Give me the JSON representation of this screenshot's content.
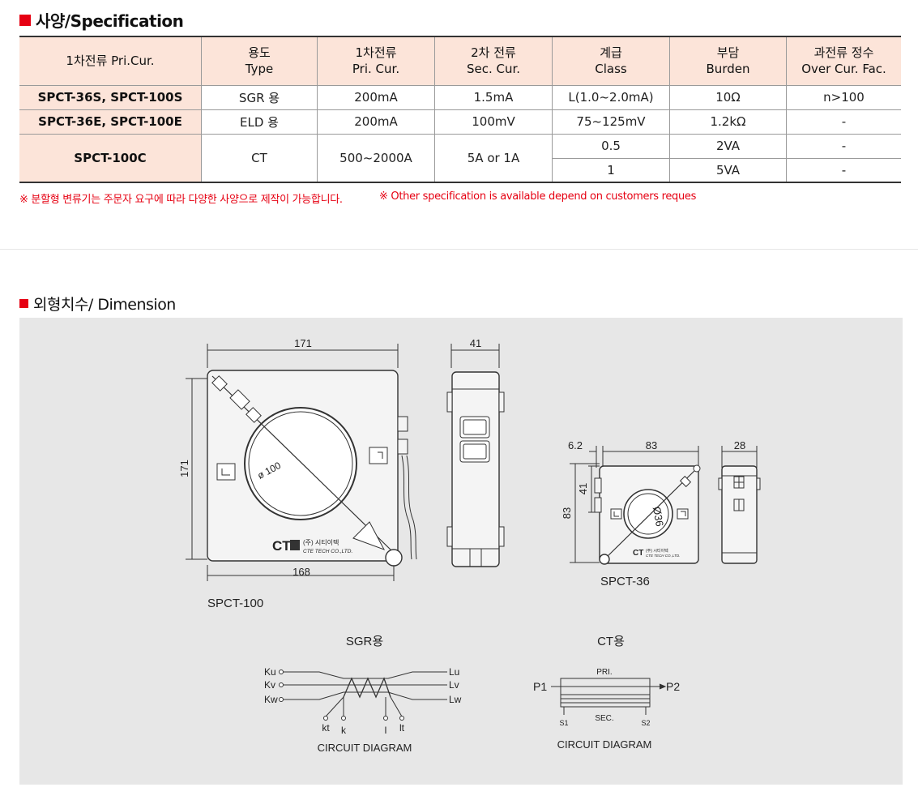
{
  "spec": {
    "title": "사양/Specification",
    "headers": [
      {
        "ko": "1차전류 Pri.Cur.",
        "en": ""
      },
      {
        "ko": "용도",
        "en": "Type"
      },
      {
        "ko": "1차전류",
        "en": "Pri. Cur."
      },
      {
        "ko": "2차 전류",
        "en": "Sec. Cur."
      },
      {
        "ko": "계급",
        "en": "Class"
      },
      {
        "ko": "부담",
        "en": "Burden"
      },
      {
        "ko": "과전류 정수",
        "en": "Over Cur. Fac."
      }
    ],
    "rows": [
      {
        "model": "SPCT-36S, SPCT-100S",
        "type": "SGR 용",
        "pri": "200mA",
        "sec": "1.5mA",
        "cls": "L(1.0~2.0mA)",
        "burden": "10Ω",
        "ocf": "n>100"
      },
      {
        "model": "SPCT-36E, SPCT-100E",
        "type": "ELD 용",
        "pri": "200mA",
        "sec": "100mV",
        "cls": "75~125mV",
        "burden": "1.2kΩ",
        "ocf": "-"
      }
    ],
    "ct": {
      "model": "SPCT-100C",
      "type": "CT",
      "pri": "500~2000A",
      "sec": "5A or 1A",
      "sub": [
        {
          "cls": "0.5",
          "burden": "2VA",
          "ocf": "-"
        },
        {
          "cls": "1",
          "burden": "5VA",
          "ocf": "-"
        }
      ]
    },
    "note_ko": "※ 분할형 변류기는 주문자 요구에 따라 다양한 사양으로 제작이 가능합니다.",
    "note_en": "※ Other specification is available depend on customers reques"
  },
  "dimension": {
    "title": "외형치수/ Dimension",
    "spct100": {
      "w_top": "171",
      "h_left": "171",
      "w_bottom": "168",
      "dia": "ø 100",
      "side_w": "41",
      "label": "SPCT-100",
      "logo": "CT",
      "company_ko": "(주) 시티이텍",
      "company_en": "CTE TECH CO.,LTD."
    },
    "spct36": {
      "w_left": "6.2",
      "w_top": "83",
      "h_left": "83",
      "h_mid": "41",
      "dia": "Ø36",
      "side_w": "28",
      "label": "SPCT-36",
      "logo": "CT",
      "company_ko": "(주) 시티이텍",
      "company_en": "CTE TECH CO.,LTD."
    }
  },
  "sgr": {
    "title": "SGR용",
    "left": [
      "Ku",
      "Kv",
      "Kw"
    ],
    "right": [
      "Lu",
      "Lv",
      "Lw"
    ],
    "bottom": [
      "kt",
      "k",
      "l",
      "lt"
    ],
    "caption": "CIRCUIT DIAGRAM"
  },
  "ctd": {
    "title": "CT용",
    "pri": "PRI.",
    "p1": "P1",
    "p2": "P2",
    "sec": "SEC.",
    "s1": "S1",
    "s2": "S2",
    "caption": "CIRCUIT DIAGRAM"
  },
  "colors": {
    "accent": "#e60012",
    "header_bg": "#fce4d9",
    "panel_bg": "#e7e7e7"
  }
}
